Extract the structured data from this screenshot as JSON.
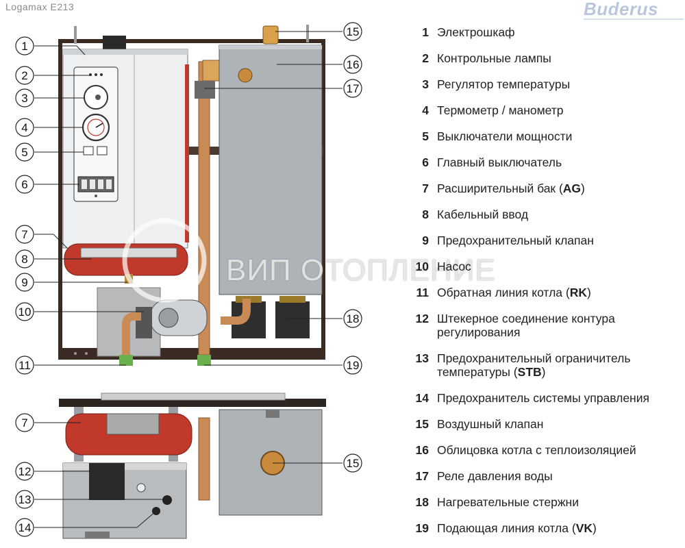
{
  "header": {
    "model": "Logamax E213",
    "brand": "Buderus"
  },
  "watermark": "ВИП ОТОПЛЕНИЕ",
  "callouts": {
    "c1": "1",
    "c2": "2",
    "c3": "3",
    "c4": "4",
    "c5": "5",
    "c6": "6",
    "c7": "7",
    "c8": "8",
    "c9": "9",
    "c10": "10",
    "c11": "11",
    "c15": "15",
    "c16": "16",
    "c17": "17",
    "c18": "18",
    "c19": "19",
    "c7b": "7",
    "c12": "12",
    "c13": "13",
    "c14": "14",
    "c15b": "15"
  },
  "legend": [
    {
      "num": "1",
      "text": "Электрошкаф"
    },
    {
      "num": "2",
      "text": "Контрольные лампы"
    },
    {
      "num": "3",
      "text": "Регулятор температуры"
    },
    {
      "num": "4",
      "text": "Термометр / манометр"
    },
    {
      "num": "5",
      "text": "Выключатели мощности"
    },
    {
      "num": "6",
      "text": "Главный выключатель"
    },
    {
      "num": "7",
      "text": "Расширительный бак (",
      "bold": "AG",
      "tail": ")"
    },
    {
      "num": "8",
      "text": "Кабельный ввод"
    },
    {
      "num": "9",
      "text": "Предохранительный клапан"
    },
    {
      "num": "10",
      "text": "Насос"
    },
    {
      "num": "11",
      "text": "Обратная линия котла (",
      "bold": "RK",
      "tail": ")"
    },
    {
      "num": "12",
      "text": "Штекерное соединение контура регулирования"
    },
    {
      "num": "13",
      "text": "Предохранительный ограничитель температуры (",
      "bold": "STB",
      "tail": ")"
    },
    {
      "num": "14",
      "text": "Предохранитель системы управления"
    },
    {
      "num": "15",
      "text": "Воздушный клапан"
    },
    {
      "num": "16",
      "text": "Облицовка котла с теплоизоляцией"
    },
    {
      "num": "17",
      "text": "Реле давления воды"
    },
    {
      "num": "18",
      "text": "Нагревательные стержни"
    },
    {
      "num": "19",
      "text": "Подающая линия котла (",
      "bold": "VK",
      "tail": ")"
    }
  ]
}
